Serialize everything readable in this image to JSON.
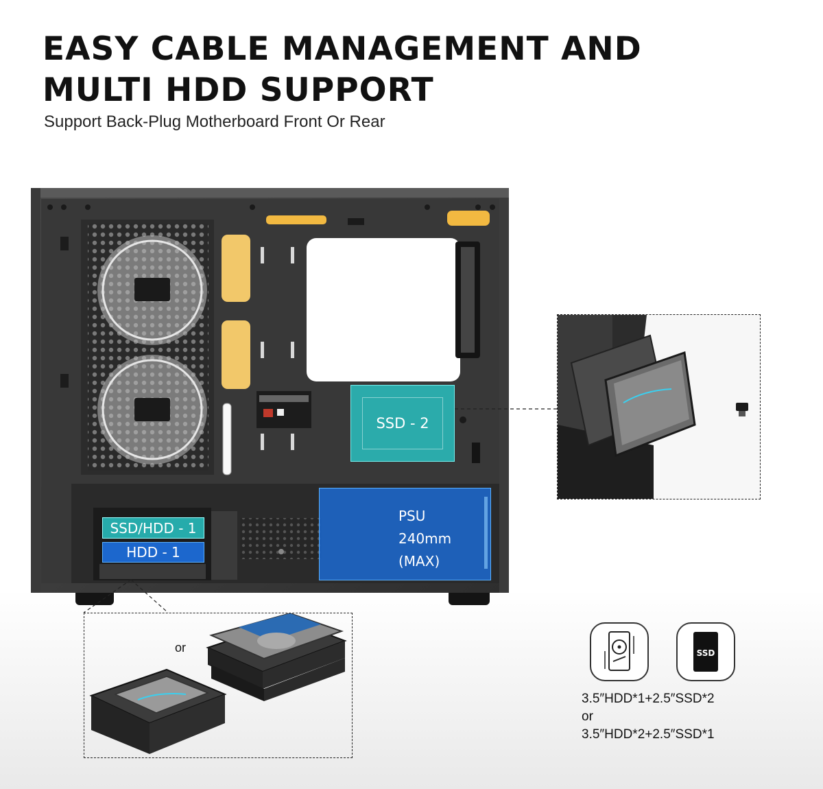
{
  "header": {
    "title_line1": "EASY CABLE MANAGEMENT AND",
    "title_line2": "MULTI HDD SUPPORT",
    "subtitle": "Support Back-Plug Motherboard Front Or Rear"
  },
  "zones": {
    "ssd2": "SSD - 2",
    "psu_line1": "PSU",
    "psu_line2": "240mm",
    "psu_line3": "(MAX)",
    "ssd_hdd_1": "SSD/HDD - 1",
    "hdd_1": "HDD - 1"
  },
  "hdd_inset": {
    "or_label": "or"
  },
  "ssd_icon": {
    "label": "SSD"
  },
  "config": {
    "option1": "3.5″HDD*1+2.5″SSD*2",
    "separator": "or",
    "option2": "3.5″HDD*2+2.5″SSD*1"
  },
  "colors": {
    "ssd_zone": "#28c4c4",
    "hdd_psu_zone": "#1c6edc",
    "cable_grommet": "#f2b941",
    "case_body": "#333333"
  }
}
